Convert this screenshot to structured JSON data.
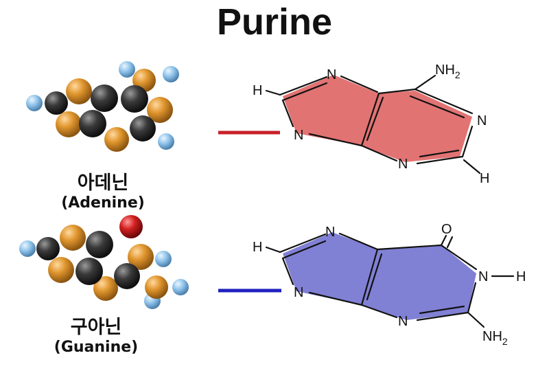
{
  "title": "Purine",
  "molecules": [
    {
      "korean_name": "아데닌",
      "english_name": "(Adenine)",
      "ring_color": "#e27373",
      "connector_color": "#c8202a",
      "atoms": {
        "h_left": "H",
        "n_top": "N",
        "n_left": "N",
        "n_right": "N",
        "n_bottom": "N",
        "h_bottom": "H",
        "nh2_main": "NH",
        "nh2_sub": "2"
      }
    },
    {
      "korean_name": "구아닌",
      "english_name": "(Guanine)",
      "ring_color": "#8080d4",
      "connector_color": "#2020c0",
      "atoms": {
        "h_left": "H",
        "n_top": "N",
        "n_left": "N",
        "o_top": "O",
        "n_right": "N",
        "h_right": "H",
        "n_bottom": "N",
        "nh2_main": "NH",
        "nh2_sub": "2"
      }
    }
  ],
  "colors": {
    "carbon": "#2d2d2d",
    "nitrogen": "#e0962e",
    "hydrogen": "#8fc3ea",
    "oxygen": "#d22020"
  }
}
